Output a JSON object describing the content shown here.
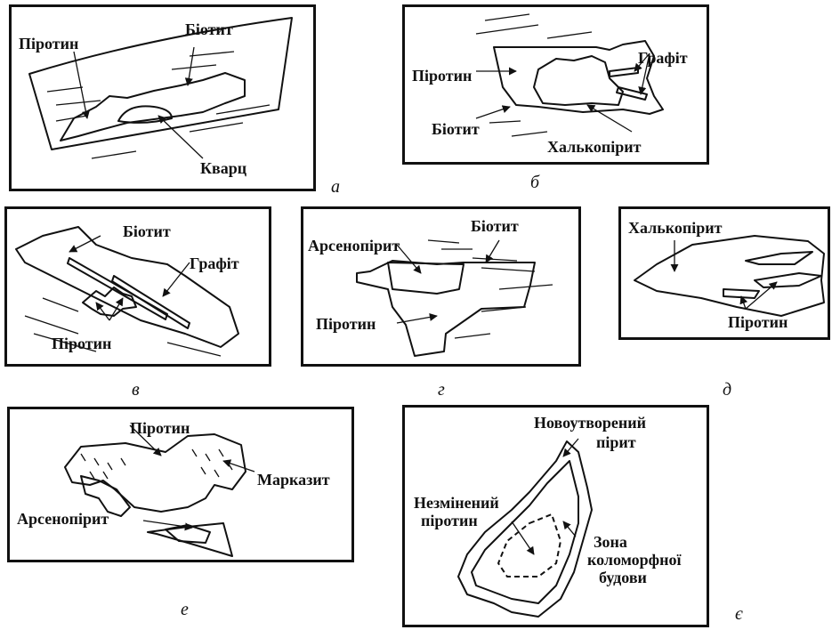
{
  "colors": {
    "pyrrhotite": "#d9d9d9",
    "quartz": "#7a7a7a",
    "graphite": "#555555",
    "arsenopyrite": "#8c8c8c",
    "new_pyrite": "#6b6b6b",
    "colloform_zone": "#a8a8a8",
    "outline": "#111111"
  },
  "panels": {
    "a": {
      "caption": "а",
      "labels": {
        "pyrrhotite": "Піротин",
        "biotite": "Біотит",
        "quartz": "Кварц"
      }
    },
    "b": {
      "caption": "б",
      "labels": {
        "pyrrhotite": "Піротин",
        "graphite": "Графіт",
        "biotite": "Біотит",
        "chalcopyrite": "Халькопірит"
      }
    },
    "v": {
      "caption": "в",
      "labels": {
        "biotite": "Біотит",
        "graphite": "Графіт",
        "pyrrhotite": "Піротин"
      }
    },
    "g": {
      "caption": "г",
      "labels": {
        "biotite": "Біотит",
        "arsenopyrite": "Арсенопірит",
        "pyrrhotite": "Піротин"
      }
    },
    "d": {
      "caption": "д",
      "labels": {
        "chalcopyrite": "Халькопірит",
        "pyrrhotite": "Піротин"
      }
    },
    "e": {
      "caption": "е",
      "labels": {
        "pyrrhotite": "Піротин",
        "marcasite": "Марказит",
        "arsenopyrite": "Арсенопірит"
      }
    },
    "ye": {
      "caption": "є",
      "labels": {
        "new_pyrite_1": "Новоутворений",
        "new_pyrite_2": "пірит",
        "unaltered_1": "Незмінений",
        "unaltered_2": "піротин",
        "zone_1": "Зона",
        "zone_2": "коломорфної",
        "zone_3": "будови"
      }
    }
  }
}
